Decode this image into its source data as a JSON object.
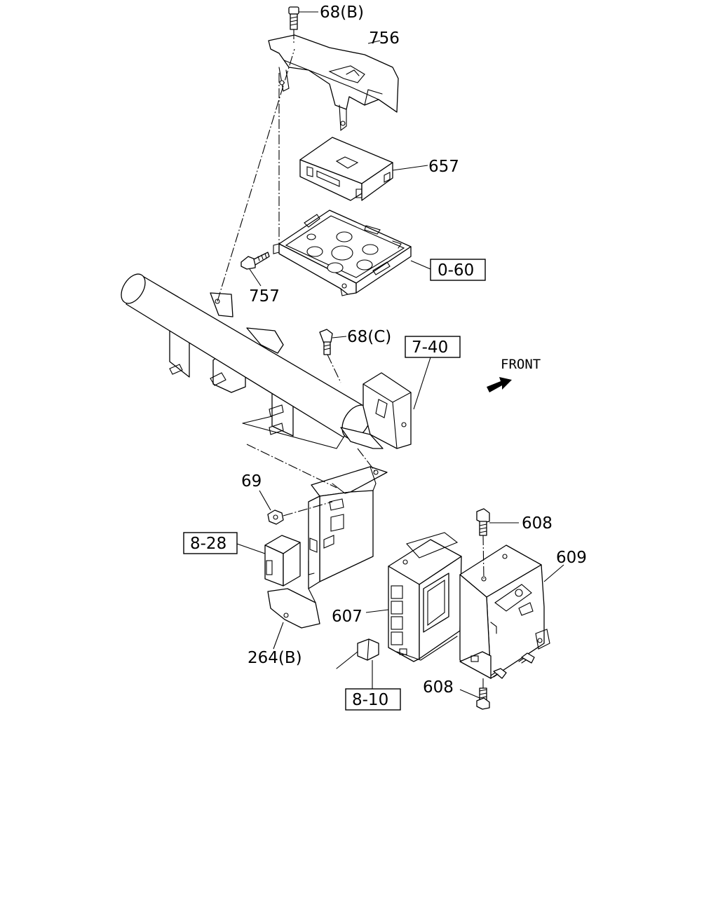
{
  "diagram": {
    "orientation_label": "FRONT",
    "part_labels": {
      "p68b": "68(B)",
      "p756": "756",
      "p657": "657",
      "p757": "757",
      "p68c": "68(C)",
      "p69": "69",
      "p608_top": "608",
      "p609": "609",
      "p607": "607",
      "p264b": "264(B)",
      "p608_bottom": "608"
    },
    "reference_boxes": {
      "r060": "0-60",
      "r740": "7-40",
      "r828": "8-28",
      "r810": "8-10"
    }
  }
}
